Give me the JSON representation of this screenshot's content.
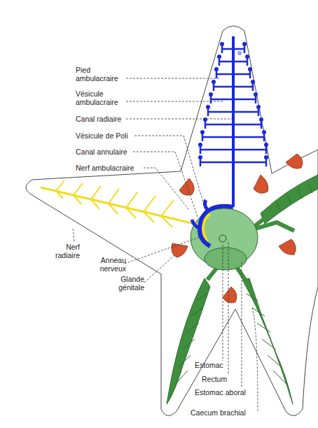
{
  "diagram": {
    "labels": [
      "Pied ambulacraire",
      "Vésicule ambulacraire",
      "Canal radiaire",
      "Vésicule de Poli",
      "Canal annulaire",
      "Nerf ambulacraire",
      "Nerf radiaire",
      "Anneau nerveux",
      "Glande génitale",
      "Estomac",
      "Rectum",
      "Estomac aboral",
      "Caecum brachial"
    ]
  }
}
